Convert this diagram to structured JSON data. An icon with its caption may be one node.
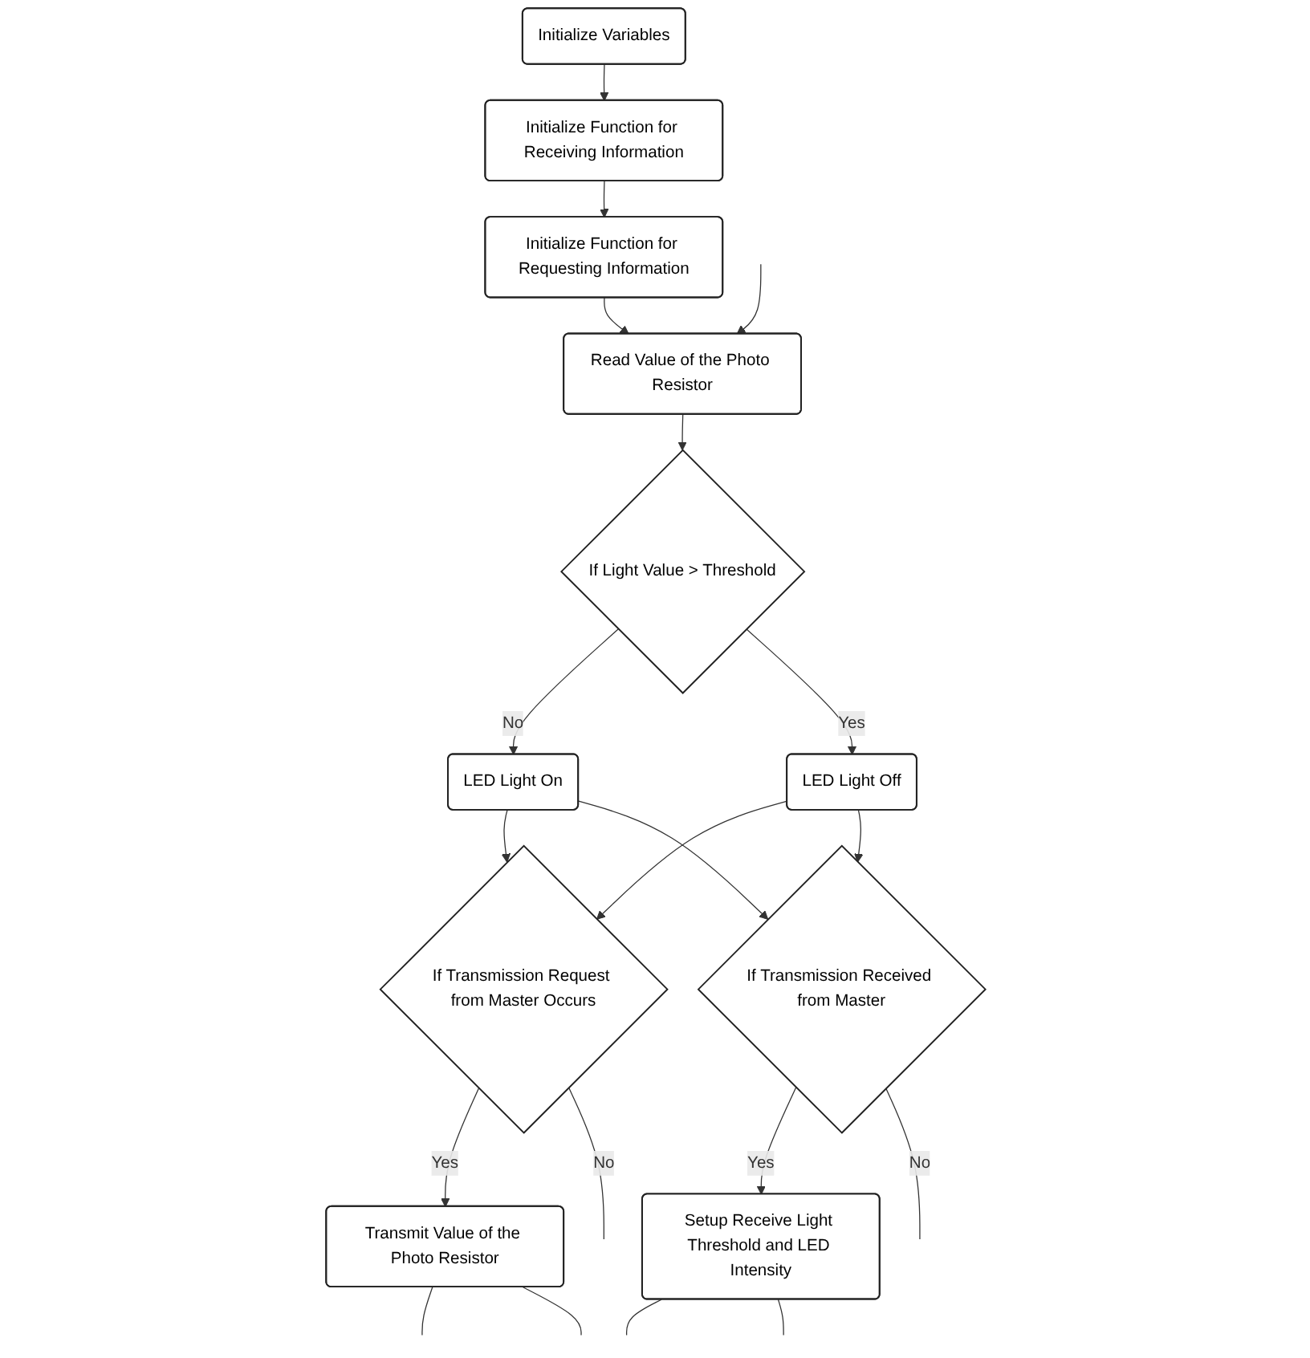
{
  "diagram": {
    "nodes": [
      {
        "text": [
          "Initialize Variables"
        ]
      },
      {
        "text": [
          "Initialize Function for Receiving Information"
        ]
      },
      {
        "text": [
          "Initialize Function for Requesting Information"
        ]
      },
      {
        "text": [
          "Read Value of the Photo Resistor"
        ]
      },
      {
        "text": [
          "If Light Value > Threshold"
        ]
      },
      {
        "text": [
          "LED Light On"
        ]
      },
      {
        "text": [
          "LED Light Off"
        ]
      },
      {
        "text": [
          "If Transmission Request from Master Occurs"
        ]
      },
      {
        "text": [
          "Transmit Value of the Photo Resistor"
        ]
      },
      {
        "text": [
          "If Transmission Received from Master"
        ]
      },
      {
        "text": [
          "Setup Receive Light Threshold and LED Intensity"
        ]
      }
    ],
    "edges": [
      {
        "from": 0,
        "to": 1,
        "arrow": "to"
      },
      {
        "from": 1,
        "to": 2,
        "arrow": "to"
      },
      {
        "from": 2,
        "to": 3,
        "arrow": "to"
      },
      {
        "from": 3,
        "to": 4,
        "arrow": "to"
      },
      {
        "from": 4,
        "to": 5,
        "label": "No",
        "arrow": "to"
      },
      {
        "from": 4,
        "to": 6,
        "label": "Yes",
        "arrow": "to"
      },
      {
        "from": null,
        "to": 3,
        "arrow": "to"
      },
      {
        "from": 5,
        "to": 7,
        "arrow": "to"
      },
      {
        "from": 6,
        "to": 7,
        "arrow": "to"
      },
      {
        "from": 5,
        "to": 9,
        "arrow": "to"
      },
      {
        "from": 6,
        "to": 9,
        "arrow": "to"
      },
      {
        "from": 7,
        "to": 8,
        "label": "Yes",
        "arrow": "to"
      },
      {
        "from": 7,
        "to": null,
        "label": "No",
        "arrow": "none"
      },
      {
        "from": 8,
        "to": null,
        "arrow": "none"
      },
      {
        "from": 8,
        "to": null,
        "arrow": "none"
      },
      {
        "from": 9,
        "to": 10,
        "label": "Yes",
        "arrow": "to"
      },
      {
        "from": 9,
        "to": null,
        "label": "No",
        "arrow": "none"
      },
      {
        "from": 10,
        "to": null,
        "arrow": "none"
      },
      {
        "from": 10,
        "to": null,
        "arrow": "none"
      }
    ]
  }
}
